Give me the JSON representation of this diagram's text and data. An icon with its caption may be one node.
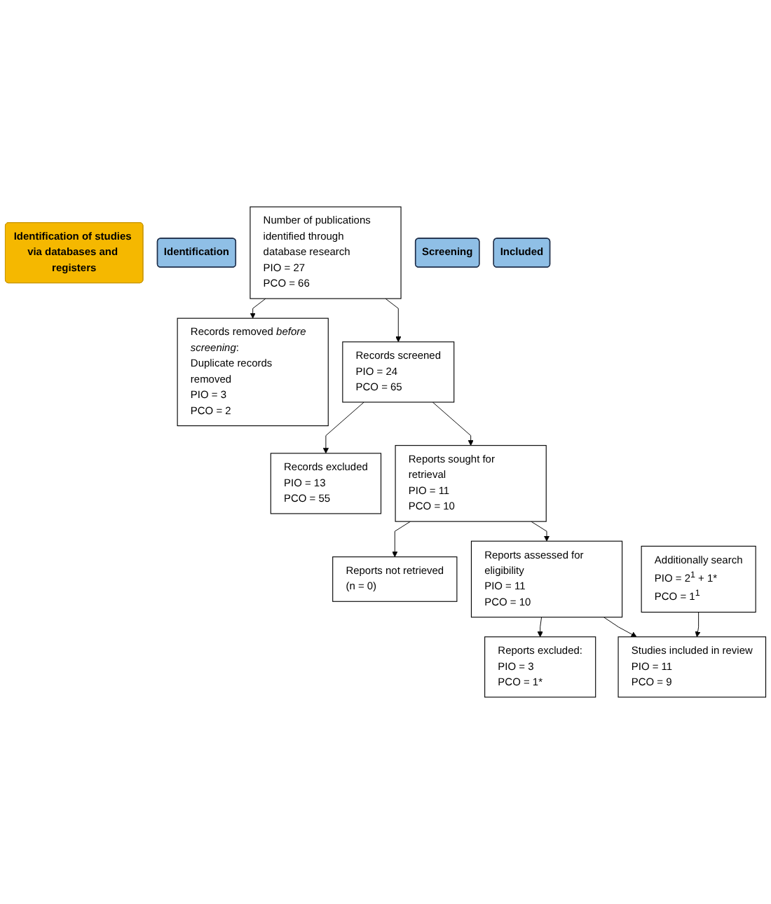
{
  "diagram": {
    "nodes": [
      {
        "text": [
          "Identification of studies via databases and registers"
        ]
      },
      {
        "text": [
          "Identification"
        ]
      },
      {
        "text": [
          "Number of publications identified through database research",
          "PIO = 27",
          "PCO = 66"
        ]
      },
      {
        "text": [
          "Records removed *before screening*:",
          "Duplicate records removed",
          "PIO = 3",
          "PCO = 2"
        ]
      },
      {
        "text": [
          "Screening"
        ]
      },
      {
        "text": [
          "Records screened",
          "PIO = 24",
          "PCO = 65"
        ]
      },
      {
        "text": [
          "Records excluded",
          "PIO = 13",
          "PCO = 55"
        ]
      },
      {
        "text": [
          "Reports sought for retrieval",
          "PIO = 11",
          "PCO = 10"
        ]
      },
      {
        "text": [
          "Reports not retrieved",
          "(n = 0)"
        ]
      },
      {
        "text": [
          "Reports assessed for eligibility",
          "PIO = 11",
          "PCO = 10"
        ]
      },
      {
        "text": [
          "Reports excluded:",
          "PIO = 3",
          "PCO = 1*"
        ]
      },
      {
        "text": [
          "Included"
        ]
      },
      {
        "text": [
          "Studies included in review",
          "PIO = 11",
          "PCO = 9"
        ]
      },
      {
        "text": [
          "Additionally search",
          "PIO = 2$^{1}$ + 1*",
          "PCO = 1$^{1}$"
        ]
      }
    ],
    "edges": [
      {
        "from": 2,
        "to": 5,
        "arrow": "to"
      },
      {
        "from": 2,
        "to": 3,
        "arrow": "to"
      },
      {
        "from": 5,
        "to": 7,
        "arrow": "to"
      },
      {
        "from": 5,
        "to": 6,
        "arrow": "to"
      },
      {
        "from": 7,
        "to": 9,
        "arrow": "to"
      },
      {
        "from": 7,
        "to": 8,
        "arrow": "to"
      },
      {
        "from": 9,
        "to": 12,
        "arrow": "to"
      },
      {
        "from": 9,
        "to": 10,
        "arrow": "to"
      },
      {
        "from": 13,
        "to": 12,
        "arrow": "to"
      }
    ]
  }
}
